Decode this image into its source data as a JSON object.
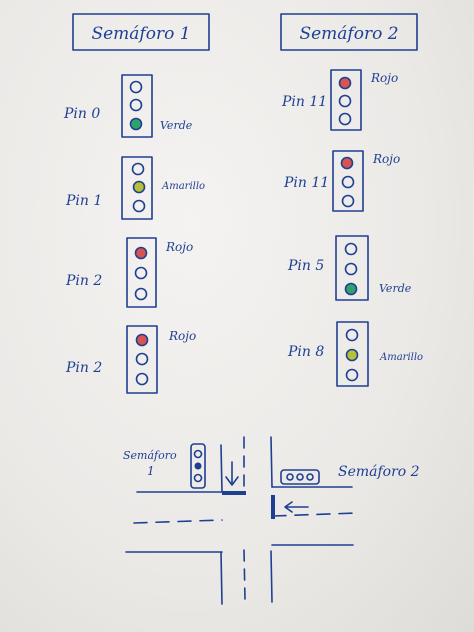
{
  "header_boxes": [
    {
      "id": "s1",
      "title": "Semáforo 1"
    },
    {
      "id": "s2",
      "title": "Semáforo 2"
    }
  ],
  "signals": [
    {
      "id": "l1",
      "pin": "Pin 0",
      "state_label": "Verde",
      "lit": "green"
    },
    {
      "id": "l2",
      "pin": "Pin 1",
      "state_label": "Amarillo",
      "lit": "yellow"
    },
    {
      "id": "l3",
      "pin": "Pin 2",
      "state_label": "Rojo",
      "lit": "red"
    },
    {
      "id": "l4",
      "pin": "Pin 2",
      "state_label": "Rojo",
      "lit": "red"
    },
    {
      "id": "r1",
      "pin": "Pin 11",
      "state_label": "Rojo",
      "lit": "red"
    },
    {
      "id": "r2",
      "pin": "Pin 11",
      "state_label": "Rojo",
      "lit": "red"
    },
    {
      "id": "r3",
      "pin": "Pin 5",
      "state_label": "Verde",
      "lit": "green"
    },
    {
      "id": "r4",
      "pin": "Pin 8",
      "state_label": "Amarillo",
      "lit": "yellow"
    }
  ],
  "intersection": {
    "signal_1_label": [
      "Semáforo",
      "1"
    ],
    "signal_2_label": "Semáforo 2"
  },
  "colors": {
    "ink": "#1f3f93",
    "red": "#d9534f",
    "yellow": "#b6c234",
    "green": "#2fa36b",
    "paper": "#efeeeb"
  }
}
